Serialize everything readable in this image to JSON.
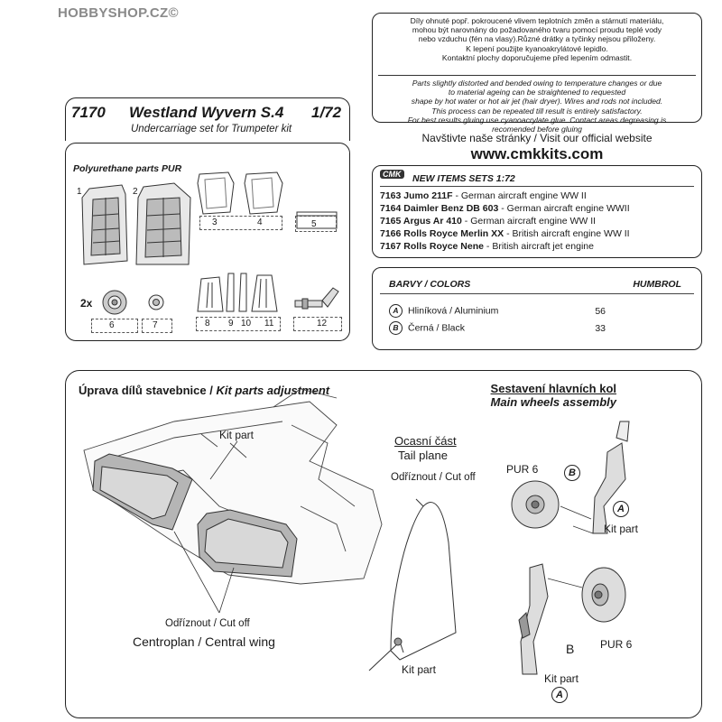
{
  "shop": {
    "watermark": "HOBBYSHOP.CZ©"
  },
  "notice": {
    "cz_lines": [
      "Díly ohnuté popř. pokroucené vlivem teplotních změn a stárnutí materiálu,",
      "mohou být narovnány do požadovaného tvaru pomocí proudu teplé vody",
      "nebo vzduchu (fén na vlasy).Různé drátky a tyčinky nejsou přiloženy.",
      "K lepení použijte kyanoakrylátové lepidlo.",
      "Kontaktní plochy doporučujeme před lepením odmastit."
    ],
    "en_lines": [
      "Parts slightly distorted and bended owing to temperature changes or due",
      "to material ageing can be straightened to requested",
      "shape by hot water or hot  air jet (hair dryer). Wires and rods not included.",
      "This process can be repeated till result is entirely satisfactory.",
      "For best results gluing use cyanoacrylate glue. Contact areas degreasing is",
      "recomended before gluing"
    ]
  },
  "title": {
    "code": "7170",
    "name": "Westland Wyvern S.4",
    "scale": "1/72",
    "subtitle": "Undercarriage set for Trumpeter kit"
  },
  "website": {
    "visit_text": "Navštivte naše stránky / Visit our official website",
    "url": "www.cmkkits.com"
  },
  "parts": {
    "label": "Polyurethane parts PUR",
    "numbers": {
      "p1": "1",
      "p2": "2",
      "p3": "3",
      "p4": "4",
      "p5": "5",
      "p6": "6",
      "p7": "7",
      "p8": "8",
      "p9": "9",
      "p10": "10",
      "p11": "11",
      "p12": "12",
      "qty": "2x"
    }
  },
  "new_items": {
    "logo": "CMK",
    "header": "NEW ITEMS SETS  1:72",
    "items": [
      {
        "code": "7163 Jumo 211F",
        "desc": " - German aircraft engine WW II"
      },
      {
        "code": "7164 Daimler Benz DB 603",
        "desc": " - German aircraft engine WWII"
      },
      {
        "code": "7165 Argus Ar 410",
        "desc": " - German aircraft engine WW II"
      },
      {
        "code": "7166 Rolls Royce Merlin XX",
        "desc": " - British aircraft engine WW II"
      },
      {
        "code": "7167 Rolls Royce Nene",
        "desc": " - British aircraft jet engine"
      }
    ]
  },
  "colors": {
    "header_left": "BARVY / COLORS",
    "header_right": "HUMBROL",
    "rows": [
      {
        "letter": "A",
        "name": "Hliníková / Aluminium",
        "value": "56"
      },
      {
        "letter": "B",
        "name": "Černá / Black",
        "value": "33"
      }
    ]
  },
  "assembly": {
    "left_heading_cz": "Úprava dílů stavebnice / ",
    "left_heading_en": "Kit parts adjustment",
    "right_heading_cz": "Sestavení hlavních kol",
    "right_heading_en": "Main wheels assembly",
    "kit_part": "Kit part",
    "cut_off": "Odříznout / Cut off",
    "central_wing": "Centroplan / Central wing",
    "tail_cz": "Ocasní část",
    "tail_en": "Tail plane",
    "cut_off2": "Odříznout / Cut off",
    "kit_part2": "Kit part",
    "pur6_a": "PUR 6",
    "kit_part3": "Kit part",
    "pur6_b": "PUR 6",
    "kit_part4": "Kit part",
    "circle_a": "A",
    "circle_b": "B"
  }
}
